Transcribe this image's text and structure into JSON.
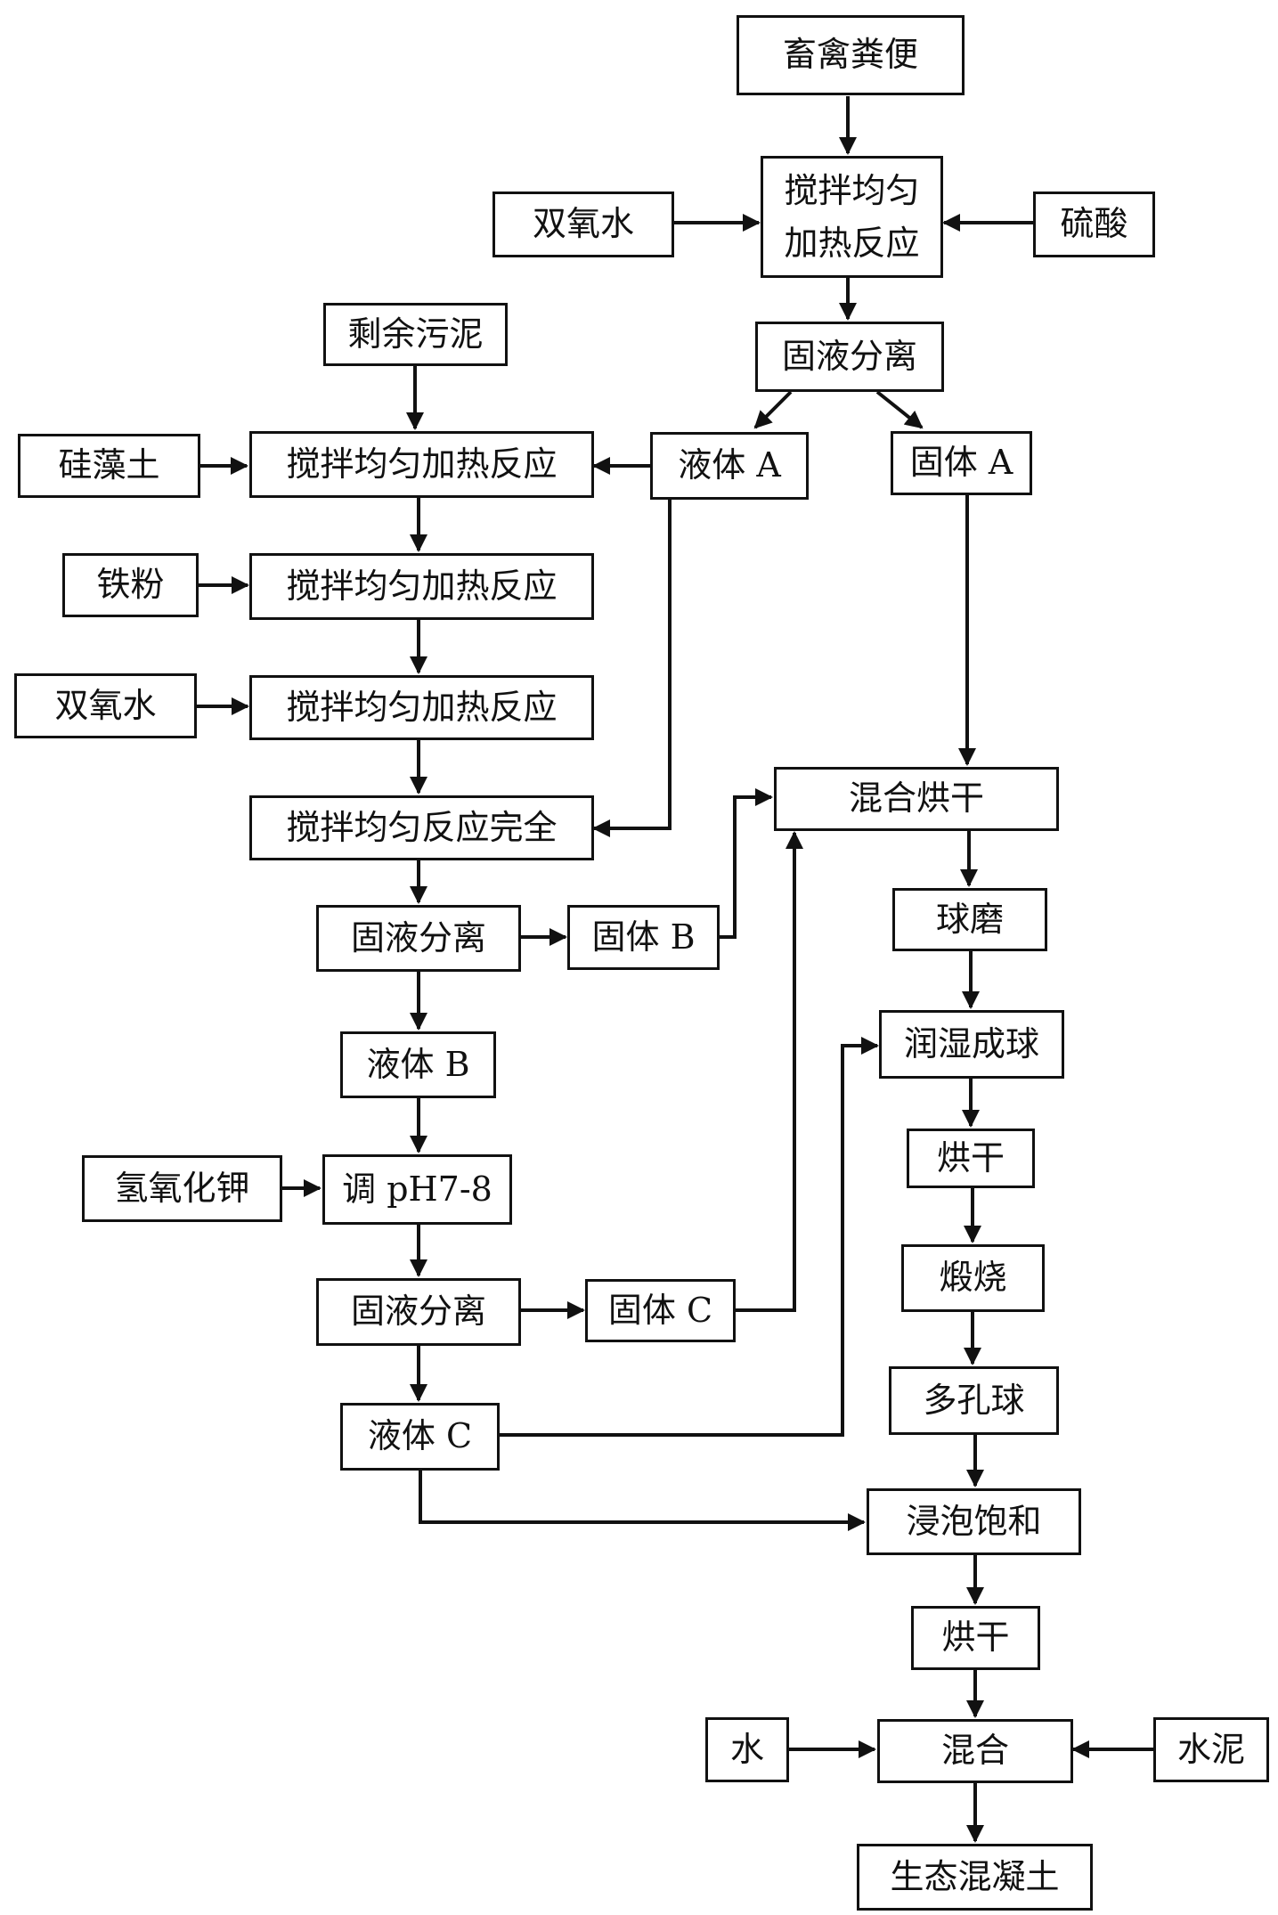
{
  "nodes": {
    "livestock_manure": "畜禽粪便",
    "h2o2_top": "双氧水",
    "sulfuric_acid": "硫酸",
    "stir_heat_top_line1": "搅拌均匀",
    "stir_heat_top_line2": "加热反应",
    "separation_1": "固液分离",
    "excess_sludge": "剩余污泥",
    "diatomite": "硅藻土",
    "stir_heat_1": "搅拌均匀加热反应",
    "liquid_a": "液体 A",
    "solid_a": "固体 A",
    "iron_powder": "铁粉",
    "stir_heat_2": "搅拌均匀加热反应",
    "h2o2_mid": "双氧水",
    "stir_heat_3": "搅拌均匀加热反应",
    "stir_complete": "搅拌均匀反应完全",
    "mix_dry": "混合烘干",
    "separation_2": "固液分离",
    "solid_b": "固体 B",
    "ball_mill": "球磨",
    "liquid_b": "液体 B",
    "wet_pelletize": "润湿成球",
    "koh": "氢氧化钾",
    "adjust_ph": "调 pH7-8",
    "dry_1": "烘干",
    "separation_3": "固液分离",
    "solid_c": "固体 C",
    "calcine": "煅烧",
    "porous_ball": "多孔球",
    "liquid_c": "液体 C",
    "soak_saturate": "浸泡饱和",
    "dry_2": "烘干",
    "water": "水",
    "mix": "混合",
    "cement": "水泥",
    "eco_concrete": "生态混凝土"
  }
}
